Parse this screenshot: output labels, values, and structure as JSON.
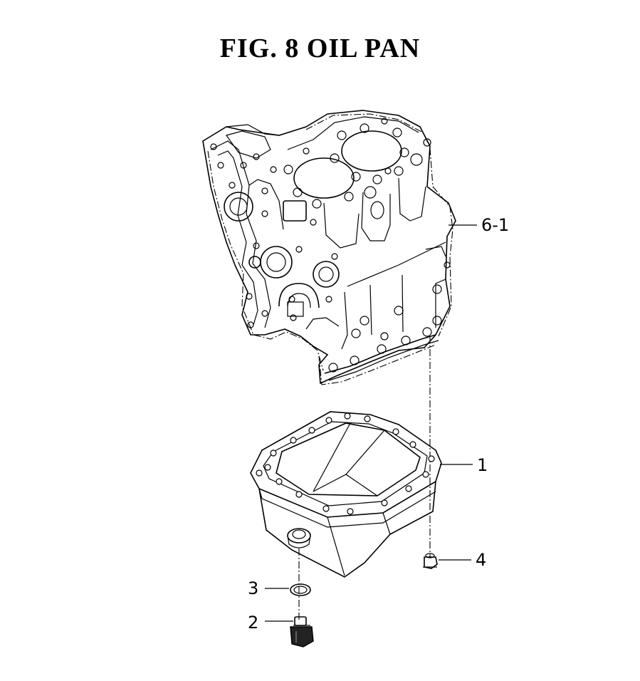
{
  "figure": {
    "title": "FIG.  8  OIL PAN"
  },
  "callouts": {
    "block": "6-1",
    "oil_pan": "1",
    "bolt": "4",
    "gasket": "3",
    "drain_plug": "2"
  }
}
